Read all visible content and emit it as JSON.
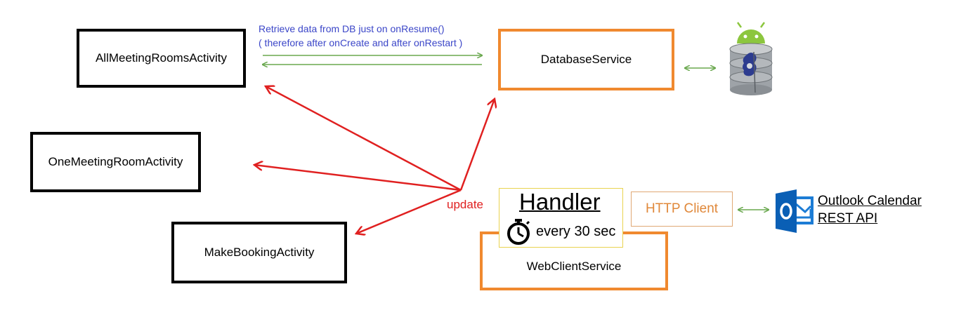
{
  "activities": {
    "all_rooms": "AllMeetingRoomsActivity",
    "one_room": "OneMeetingRoomActivity",
    "make_booking": "MakeBookingActivity"
  },
  "services": {
    "database": "DatabaseService",
    "web_client": "WebClientService"
  },
  "handler": {
    "title": "Handler",
    "timer": "every 30 sec"
  },
  "http_client": "HTTP Client",
  "note": {
    "line1": "Retrieve data from DB just on onResume()",
    "line2": "( therefore after onCreate and after onRestart )"
  },
  "update_label": "update",
  "outlook": {
    "line1": "Outlook Calendar",
    "line2": "REST API"
  },
  "colors": {
    "arrow_green": "#6aa84f",
    "arrow_red": "#e02020",
    "note_blue": "#3b46c8",
    "service_orange": "#f0892f"
  },
  "icons": [
    "android-database-icon",
    "stopwatch-icon",
    "outlook-icon"
  ]
}
